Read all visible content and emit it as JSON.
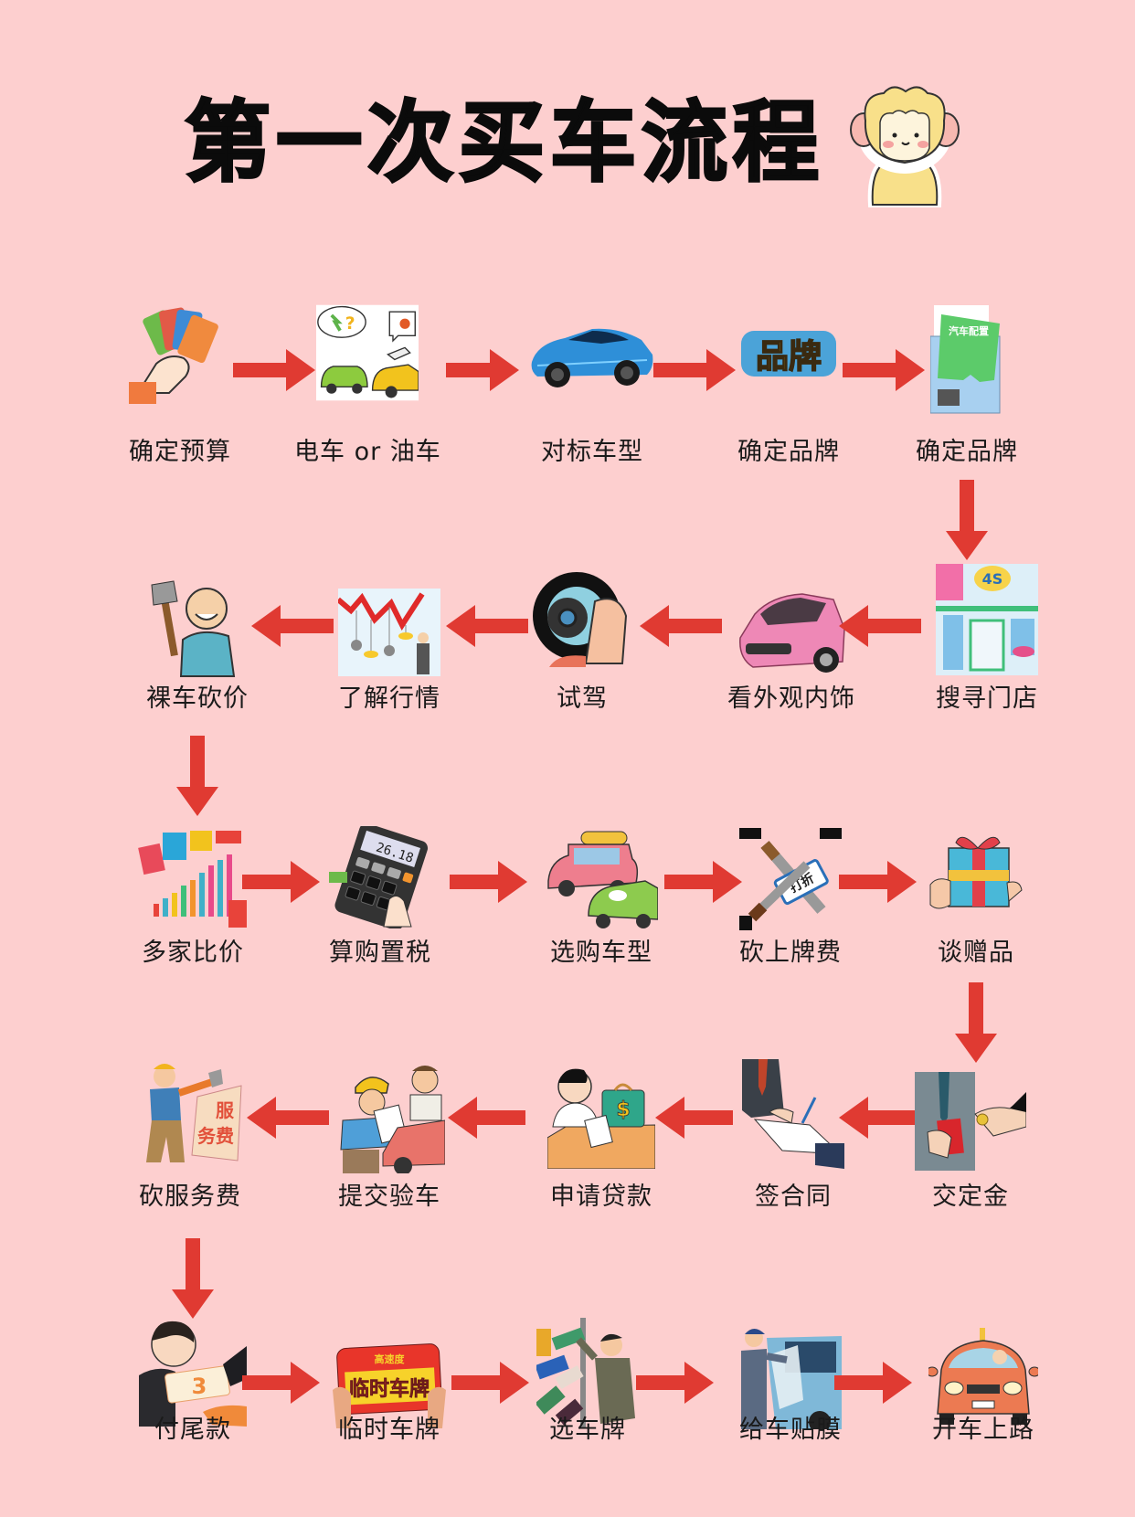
{
  "title": "第一次买车流程",
  "colors": {
    "background": "#FDCFCF",
    "arrow": "#E03A32",
    "title": "#0B0B0B"
  },
  "rows": [
    {
      "direction": "right",
      "steps": [
        {
          "label": "确定预算",
          "icon": "hand-holding-cards-icon"
        },
        {
          "label": "电车 or 油车",
          "icon": "ev-vs-gas-car-icon"
        },
        {
          "label": "对标车型",
          "icon": "blue-sports-car-icon"
        },
        {
          "label": "确定品牌",
          "icon": "brand-badge-icon",
          "badge_text": "品牌"
        },
        {
          "label": "确定品牌",
          "icon": "car-config-brochure-icon",
          "badge_text": "汽车配置"
        }
      ]
    },
    {
      "direction": "left",
      "steps": [
        {
          "label": "裸车砍价",
          "icon": "man-with-axe-icon"
        },
        {
          "label": "了解行情",
          "icon": "market-trend-chart-icon"
        },
        {
          "label": "试驾",
          "icon": "steering-wheel-icon"
        },
        {
          "label": "看外观内饰",
          "icon": "pink-car-icon"
        },
        {
          "label": "搜寻门店",
          "icon": "4s-store-icon",
          "badge_text": "4S"
        }
      ]
    },
    {
      "direction": "right",
      "steps": [
        {
          "label": "多家比价",
          "icon": "price-comparison-bags-icon"
        },
        {
          "label": "算购置税",
          "icon": "calculator-icon",
          "display": "26.18"
        },
        {
          "label": "选购车型",
          "icon": "two-cartoon-cars-icon"
        },
        {
          "label": "砍上牌费",
          "icon": "knife-cutting-plate-icon",
          "badge_text": "打折"
        },
        {
          "label": "谈赠品",
          "icon": "gift-box-icon"
        }
      ]
    },
    {
      "direction": "left",
      "steps": [
        {
          "label": "砍服务费",
          "icon": "worker-chopping-fee-icon",
          "badge_text": "服务费"
        },
        {
          "label": "提交验车",
          "icon": "car-inspection-icon"
        },
        {
          "label": "申请贷款",
          "icon": "loan-application-icon",
          "badge_text": "$"
        },
        {
          "label": "签合同",
          "icon": "signing-contract-icon"
        },
        {
          "label": "交定金",
          "icon": "deposit-red-envelope-icon"
        }
      ]
    },
    {
      "direction": "right",
      "steps": [
        {
          "label": "付尾款",
          "icon": "paying-balance-icon",
          "badge_text": "3"
        },
        {
          "label": "临时车牌",
          "icon": "temporary-plate-icon",
          "badge_text": "临时车牌"
        },
        {
          "label": "选车牌",
          "icon": "choosing-plate-icon"
        },
        {
          "label": "给车贴膜",
          "icon": "car-film-wrapping-icon"
        },
        {
          "label": "开车上路",
          "icon": "driving-car-icon"
        }
      ]
    }
  ]
}
